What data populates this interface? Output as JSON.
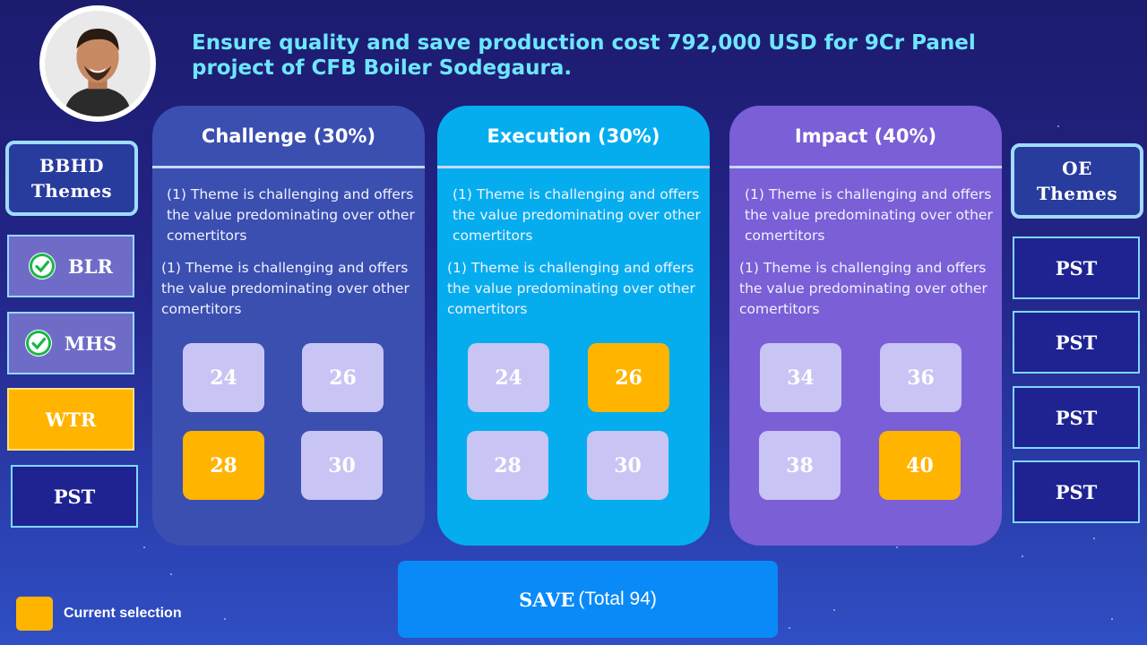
{
  "title": "Ensure quality and save production cost 792,000 USD for 9Cr Panel project of CFB Boiler Sodegaura.",
  "left_panel": {
    "header": "BBHD Themes",
    "items": [
      {
        "label": "BLR",
        "status": "done"
      },
      {
        "label": "MHS",
        "status": "done"
      },
      {
        "label": "WTR",
        "status": "current"
      },
      {
        "label": "PST",
        "status": "pending"
      }
    ]
  },
  "right_panel": {
    "header": "OE Themes",
    "items": [
      {
        "label": "PST"
      },
      {
        "label": "PST"
      },
      {
        "label": "PST"
      },
      {
        "label": "PST"
      }
    ]
  },
  "columns": [
    {
      "title": "Challenge (30%)",
      "color": "#3b4fb0",
      "text1": "(1) Theme is challenging and offers the value predominating over other comertitors",
      "text2": "(1) Theme is challenging and offers the value predominating over other comertitors",
      "scores": [
        "24",
        "26",
        "28",
        "30"
      ],
      "selected": "28"
    },
    {
      "title": "Execution (30%)",
      "color": "#05adee",
      "text1": "(1) Theme is challenging and offers the value predominating over other comertitors",
      "text2": "(1) Theme is challenging and offers the value predominating over other comertitors",
      "scores": [
        "24",
        "26",
        "28",
        "30"
      ],
      "selected": "26"
    },
    {
      "title": "Impact (40%)",
      "color": "#7a5fd6",
      "text1": "(1) Theme is challenging and offers the value predominating over other comertitors",
      "text2": "(1) Theme is challenging and offers the value predominating over other comertitors",
      "scores": [
        "34",
        "36",
        "38",
        "40"
      ],
      "selected": "40"
    }
  ],
  "save": {
    "label": "SAVE",
    "total": "(Total 94)"
  },
  "legend": {
    "label": "Current selection",
    "color": "#ffb400"
  },
  "colors": {
    "selected": "#ffb400",
    "unselected": "#c8c5f5",
    "title": "#6ee6ff"
  }
}
